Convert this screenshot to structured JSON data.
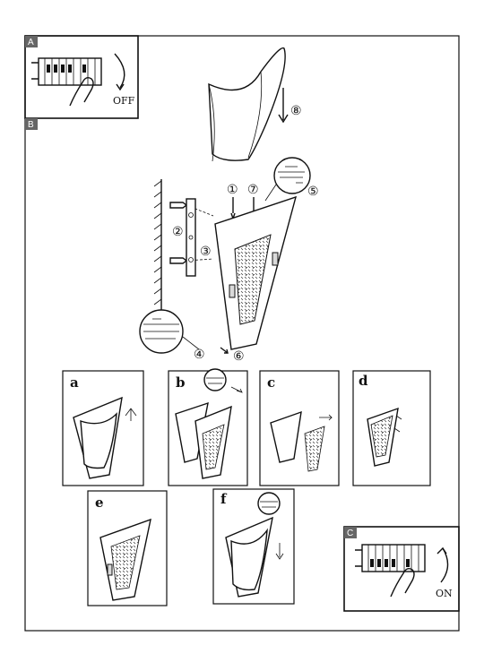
{
  "sections": {
    "a_label": "A",
    "b_label": "B",
    "c_label": "C"
  },
  "switch_off": {
    "text": "OFF"
  },
  "switch_on": {
    "text": "ON"
  },
  "steps": [
    "①",
    "②",
    "③",
    "④",
    "⑤",
    "⑥",
    "⑦",
    "⑧"
  ],
  "panels": [
    "a",
    "b",
    "c",
    "d",
    "e",
    "f"
  ]
}
